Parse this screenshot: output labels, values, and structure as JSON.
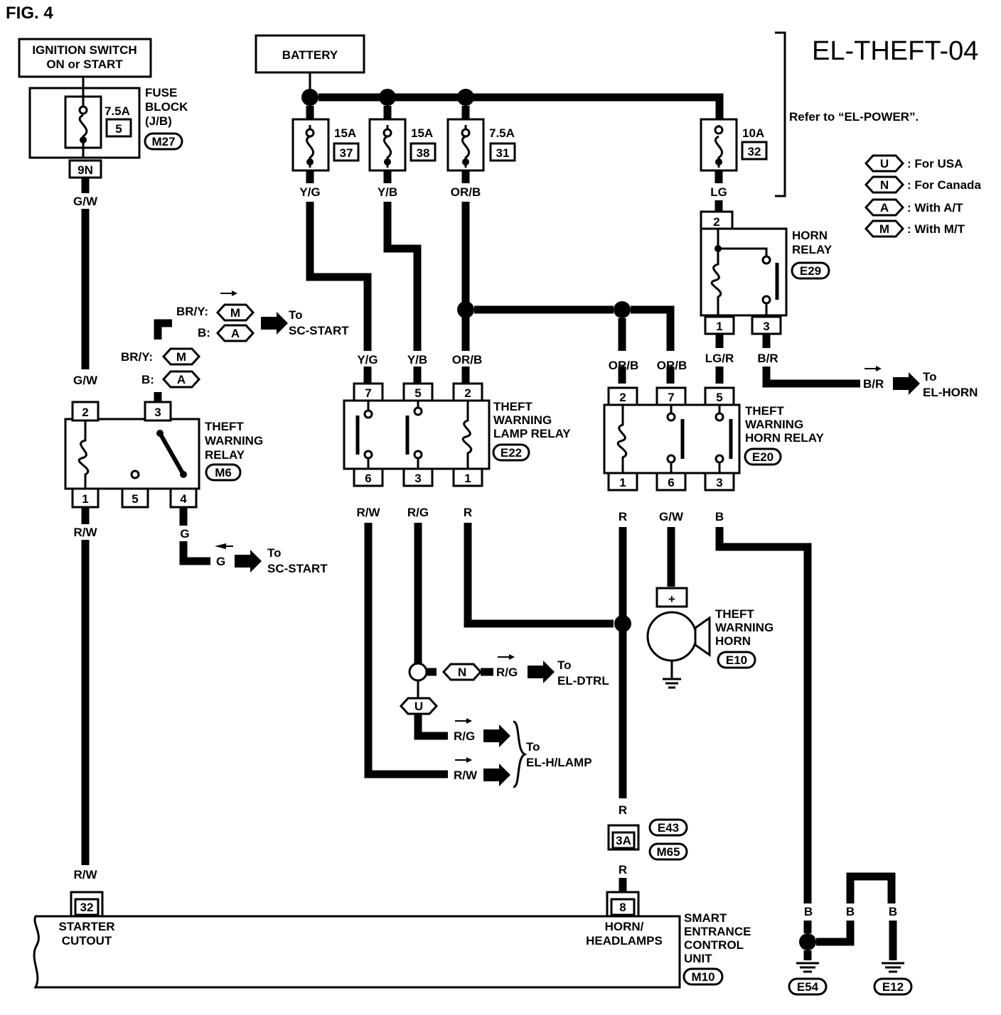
{
  "figure_label": "FIG. 4",
  "page_code": "EL-THEFT-04",
  "refer_note": "Refer to “EL-POWER”.",
  "legend": [
    {
      "code": "U",
      "text": ": For USA"
    },
    {
      "code": "N",
      "text": ": For Canada"
    },
    {
      "code": "A",
      "text": ": With A/T"
    },
    {
      "code": "M",
      "text": ": With M/T"
    }
  ],
  "ignition": {
    "line1": "IGNITION SWITCH",
    "line2": "ON or START"
  },
  "battery": "BATTERY",
  "fuse_block": {
    "line1": "FUSE",
    "line2": "BLOCK",
    "line3": "(J/B)",
    "connector": "M27",
    "amp": "7.5A",
    "num": "5",
    "pin": "9N"
  },
  "fuses": [
    {
      "amp": "15A",
      "num": "37",
      "wire": "Y/G"
    },
    {
      "amp": "15A",
      "num": "38",
      "wire": "Y/B"
    },
    {
      "amp": "7.5A",
      "num": "31",
      "wire": "OR/B"
    },
    {
      "amp": "10A",
      "num": "32",
      "wire": "LG"
    }
  ],
  "horn_relay": {
    "line1": "HORN",
    "line2": "RELAY",
    "connector": "E29",
    "pins": [
      "2",
      "1",
      "3"
    ],
    "wire1": "LG/R",
    "wire3": "B/R"
  },
  "theft_warning_relay": {
    "line1": "THEFT",
    "line2": "WARNING",
    "line3": "RELAY",
    "connector": "M6",
    "pins": [
      "2",
      "3",
      "1",
      "5",
      "4"
    ]
  },
  "lamp_relay": {
    "line1": "THEFT",
    "line2": "WARNING",
    "line3": "LAMP RELAY",
    "connector": "E22",
    "pins_top": [
      "7",
      "5",
      "2"
    ],
    "pins_bottom": [
      "6",
      "3",
      "1"
    ]
  },
  "horn_relay2": {
    "line1": "THEFT",
    "line2": "WARNING",
    "line3": "HORN RELAY",
    "connector": "E20",
    "pins_top": [
      "2",
      "7",
      "5"
    ],
    "pins_bottom": [
      "1",
      "6",
      "3"
    ]
  },
  "horn": {
    "line1": "THEFT",
    "line2": "WARNING",
    "line3": "HORN",
    "connector": "E10",
    "plus": "+"
  },
  "wires": {
    "gw": "G/W",
    "rw": "R/W",
    "g": "G",
    "brY": "BR/Y:",
    "b": "B:",
    "yg": "Y/G",
    "yb": "Y/B",
    "orb": "OR/B",
    "rg": "R/G",
    "r": "R",
    "lgr": "LG/R",
    "br": "B/R",
    "bw": "B"
  },
  "codes": {
    "m": "M",
    "a": "A",
    "n": "N",
    "u": "U"
  },
  "destinations": {
    "to": "To",
    "sc_start": "SC-START",
    "el_horn": "EL-HORN",
    "el_dtrl": "EL-DTRL",
    "el_hlamp": "EL-H/LAMP"
  },
  "joint": {
    "pin": "3A",
    "c1": "E43",
    "c2": "M65"
  },
  "sec_unit": {
    "pin32": "32",
    "pin8": "8",
    "starter1": "STARTER",
    "starter2": "CUTOUT",
    "horn1": "HORN/",
    "horn2": "HEADLAMPS",
    "name1": "SMART",
    "name2": "ENTRANCE",
    "name3": "CONTROL",
    "name4": "UNIT",
    "connector": "M10"
  },
  "grounds": {
    "e54": "E54",
    "e12": "E12"
  }
}
